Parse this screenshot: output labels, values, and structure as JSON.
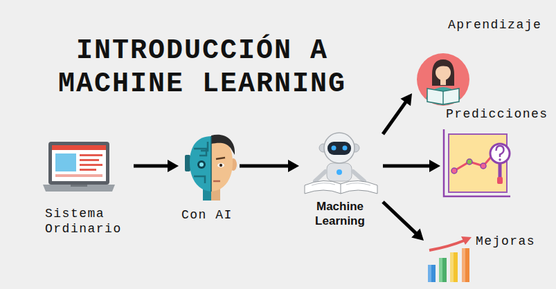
{
  "diagram": {
    "title": "INTRODUCCIÓN A MACHINE LEARNING",
    "nodes": [
      {
        "text": [
          "Sistema Ordinario"
        ]
      },
      {
        "text": [
          "Con AI"
        ]
      },
      {
        "text": [
          "Machine Learning"
        ]
      },
      {
        "text": [
          "Aprendizaje"
        ]
      },
      {
        "text": [
          "Predicciones"
        ]
      },
      {
        "text": [
          "Mejoras"
        ]
      }
    ],
    "edges": [
      {
        "from": 0,
        "to": 1,
        "arrow": "to"
      },
      {
        "from": 1,
        "to": 2,
        "arrow": "to"
      },
      {
        "from": 2,
        "to": 3,
        "arrow": "to"
      },
      {
        "from": 2,
        "to": 4,
        "arrow": "to"
      },
      {
        "from": 2,
        "to": 5,
        "arrow": "to"
      }
    ]
  }
}
